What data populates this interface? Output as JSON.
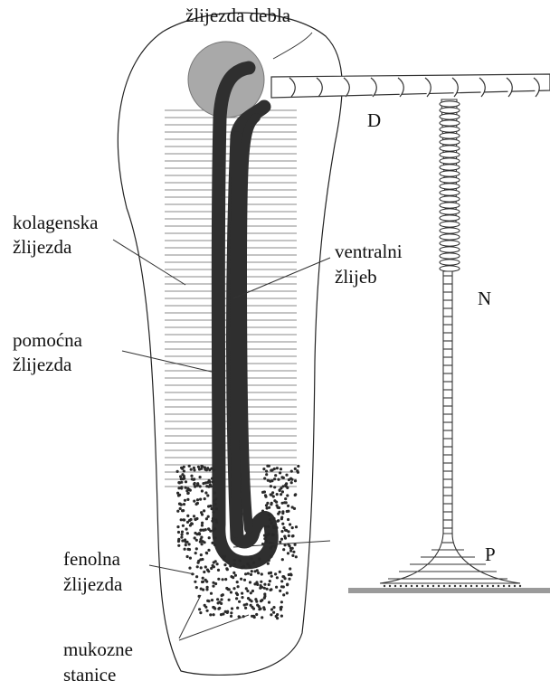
{
  "labels": {
    "trunk_gland": "žlijezda debla",
    "collagen_gland": [
      "kolagenska",
      "žlijezda"
    ],
    "ventral_groove": [
      "ventralni",
      "žlijeb"
    ],
    "accessory_gland": [
      "pomoćna",
      "žlijezda"
    ],
    "phenol_gland": [
      "fenolna",
      "žlijezda"
    ],
    "mucous_cells": [
      "mukozne",
      "stanice"
    ],
    "letter_d": "D",
    "letter_n": "N",
    "letter_p": "P"
  },
  "colors": {
    "ink": "#111111",
    "gland_fill": "#2f2f2f",
    "trunk_gland_fill": "#a9a9a9",
    "hatch": "#8a8a8a",
    "substrate": "#9a9a9a"
  }
}
